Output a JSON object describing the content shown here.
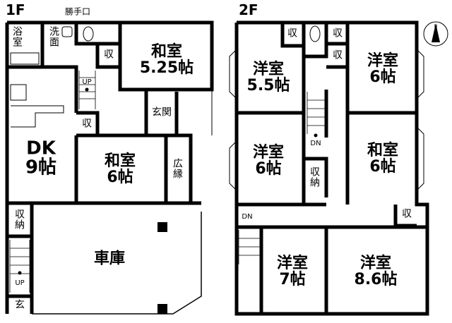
{
  "floor1": {
    "title": "1F",
    "service_entrance": "勝手口",
    "rooms": {
      "bath": "浴\n室",
      "washroom": "洗\n面",
      "washitsu_a": "和室\n5.25帖",
      "storage_a": "収",
      "stairs_up": "UP",
      "storage_b": "収",
      "entrance": "玄関",
      "dk": "DK\n9帖",
      "washitsu_b": "和室\n6帖",
      "veranda": "広\n縁",
      "storage_c": "収\n納",
      "garage": "車庫",
      "stairs_up_b": "UP",
      "entrance_b": "玄"
    }
  },
  "floor2": {
    "title": "2F",
    "rooms": {
      "youshitsu_a": "洋室\n5.5帖",
      "storage_a": "収",
      "storage_b": "収",
      "storage_c": "収",
      "youshitsu_b": "洋室\n6帖",
      "stairs_dn": "DN",
      "youshitsu_c": "洋室\n6帖",
      "storage_d": "収\n納",
      "washitsu": "和室\n6帖",
      "stairs_dn_b": "DN",
      "storage_e": "収",
      "youshitsu_d": "洋室\n7帖",
      "youshitsu_e": "洋室\n8.6帖"
    }
  },
  "compass": {
    "label": "N"
  }
}
